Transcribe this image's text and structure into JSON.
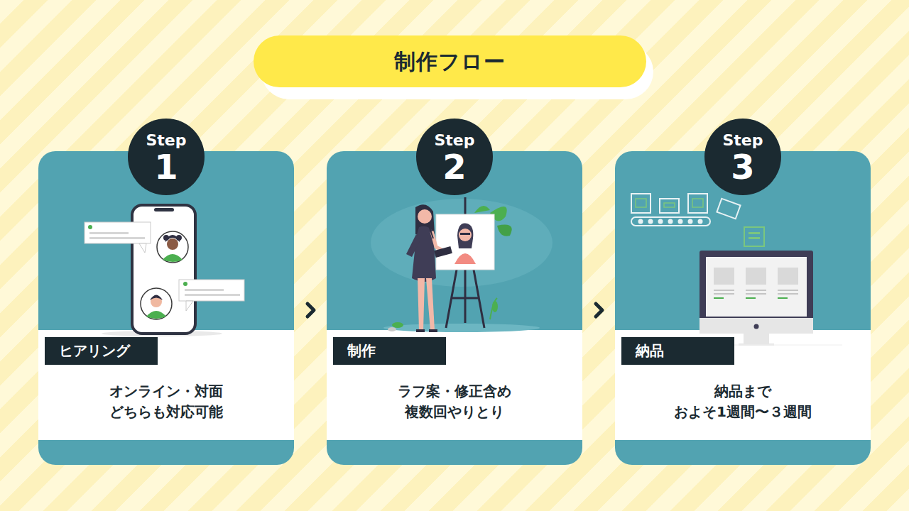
{
  "diagram": {
    "title": "制作フロー",
    "nodes": [
      {
        "text": [
          "オンライン・対面 どちらも対応可能"
        ]
      },
      {
        "text": [
          "Step",
          "1"
        ],
        "in": 0
      },
      {
        "text": [
          "ヒアリング"
        ],
        "in": 0
      },
      {
        "text": [
          "ラフ案・修正含め 複数回やりとり"
        ]
      },
      {
        "text": [
          "Step",
          "2"
        ],
        "in": 3
      },
      {
        "text": [
          "制作"
        ],
        "in": 3
      },
      {
        "text": [
          "納品まで およそ1週間〜３週間"
        ]
      },
      {
        "text": [
          "Step",
          "3"
        ],
        "in": 6
      },
      {
        "text": [
          "納品"
        ],
        "in": 6
      }
    ],
    "edges": [
      {
        "from": 0,
        "to": 3,
        "arrow": "to"
      },
      {
        "from": 3,
        "to": 6,
        "arrow": "to"
      }
    ]
  }
}
